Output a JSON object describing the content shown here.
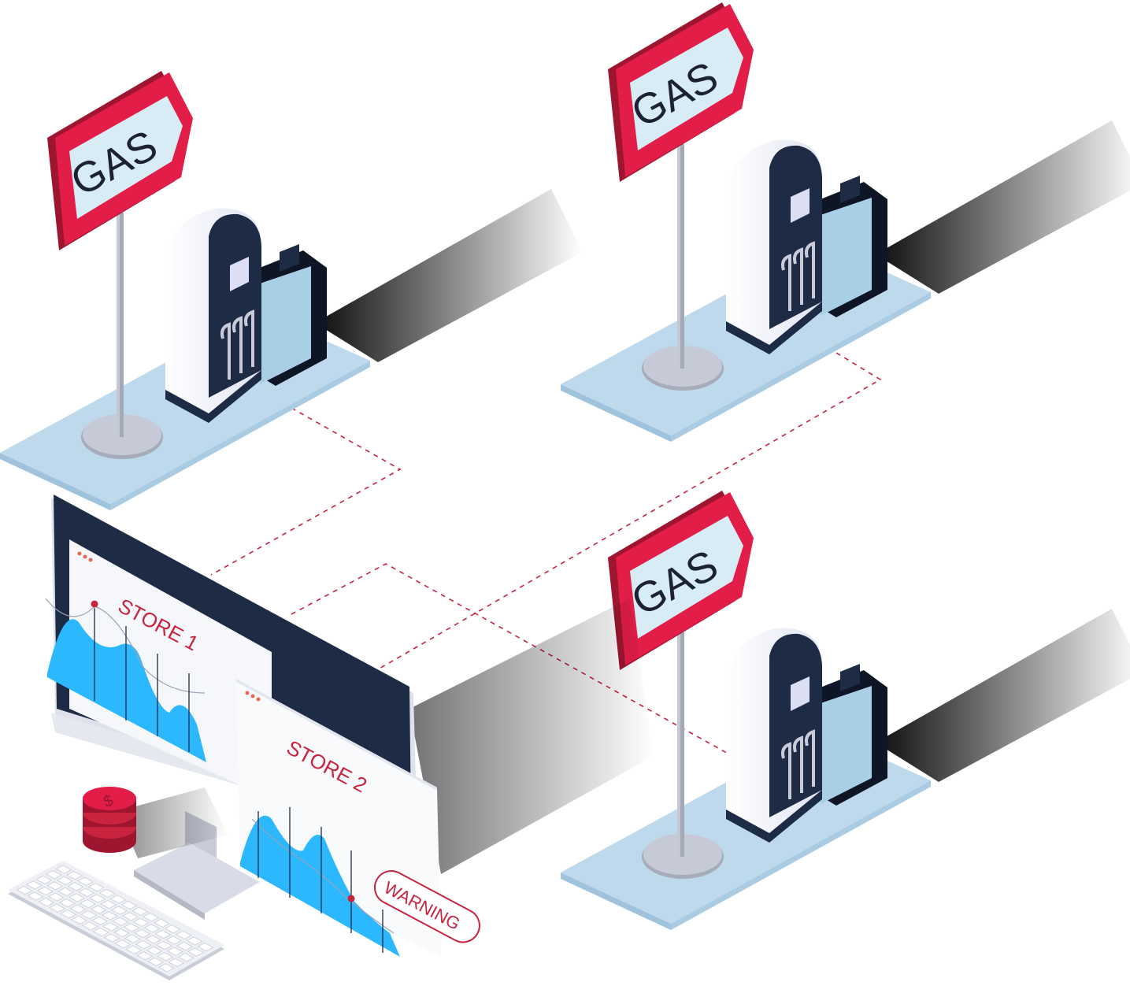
{
  "stations": [
    {
      "id": "station-1",
      "sign_label": "GAS"
    },
    {
      "id": "station-2",
      "sign_label": "GAS"
    },
    {
      "id": "station-3",
      "sign_label": "GAS"
    }
  ],
  "monitor": {
    "screen1_title": "STORE 1",
    "screen2_title": "STORE 2",
    "warning_label": "WARNING"
  },
  "colors": {
    "sign_red": "#e11d48",
    "sign_face": "#d7ecf4",
    "platform": "#bcd8ec",
    "navy": "#1d2b45",
    "chart_blue": "#2bb8ff",
    "link_line": "#c8243f"
  },
  "icons": {
    "coins": "dollar-coin-stack-icon",
    "keyboard": "keyboard-icon"
  }
}
